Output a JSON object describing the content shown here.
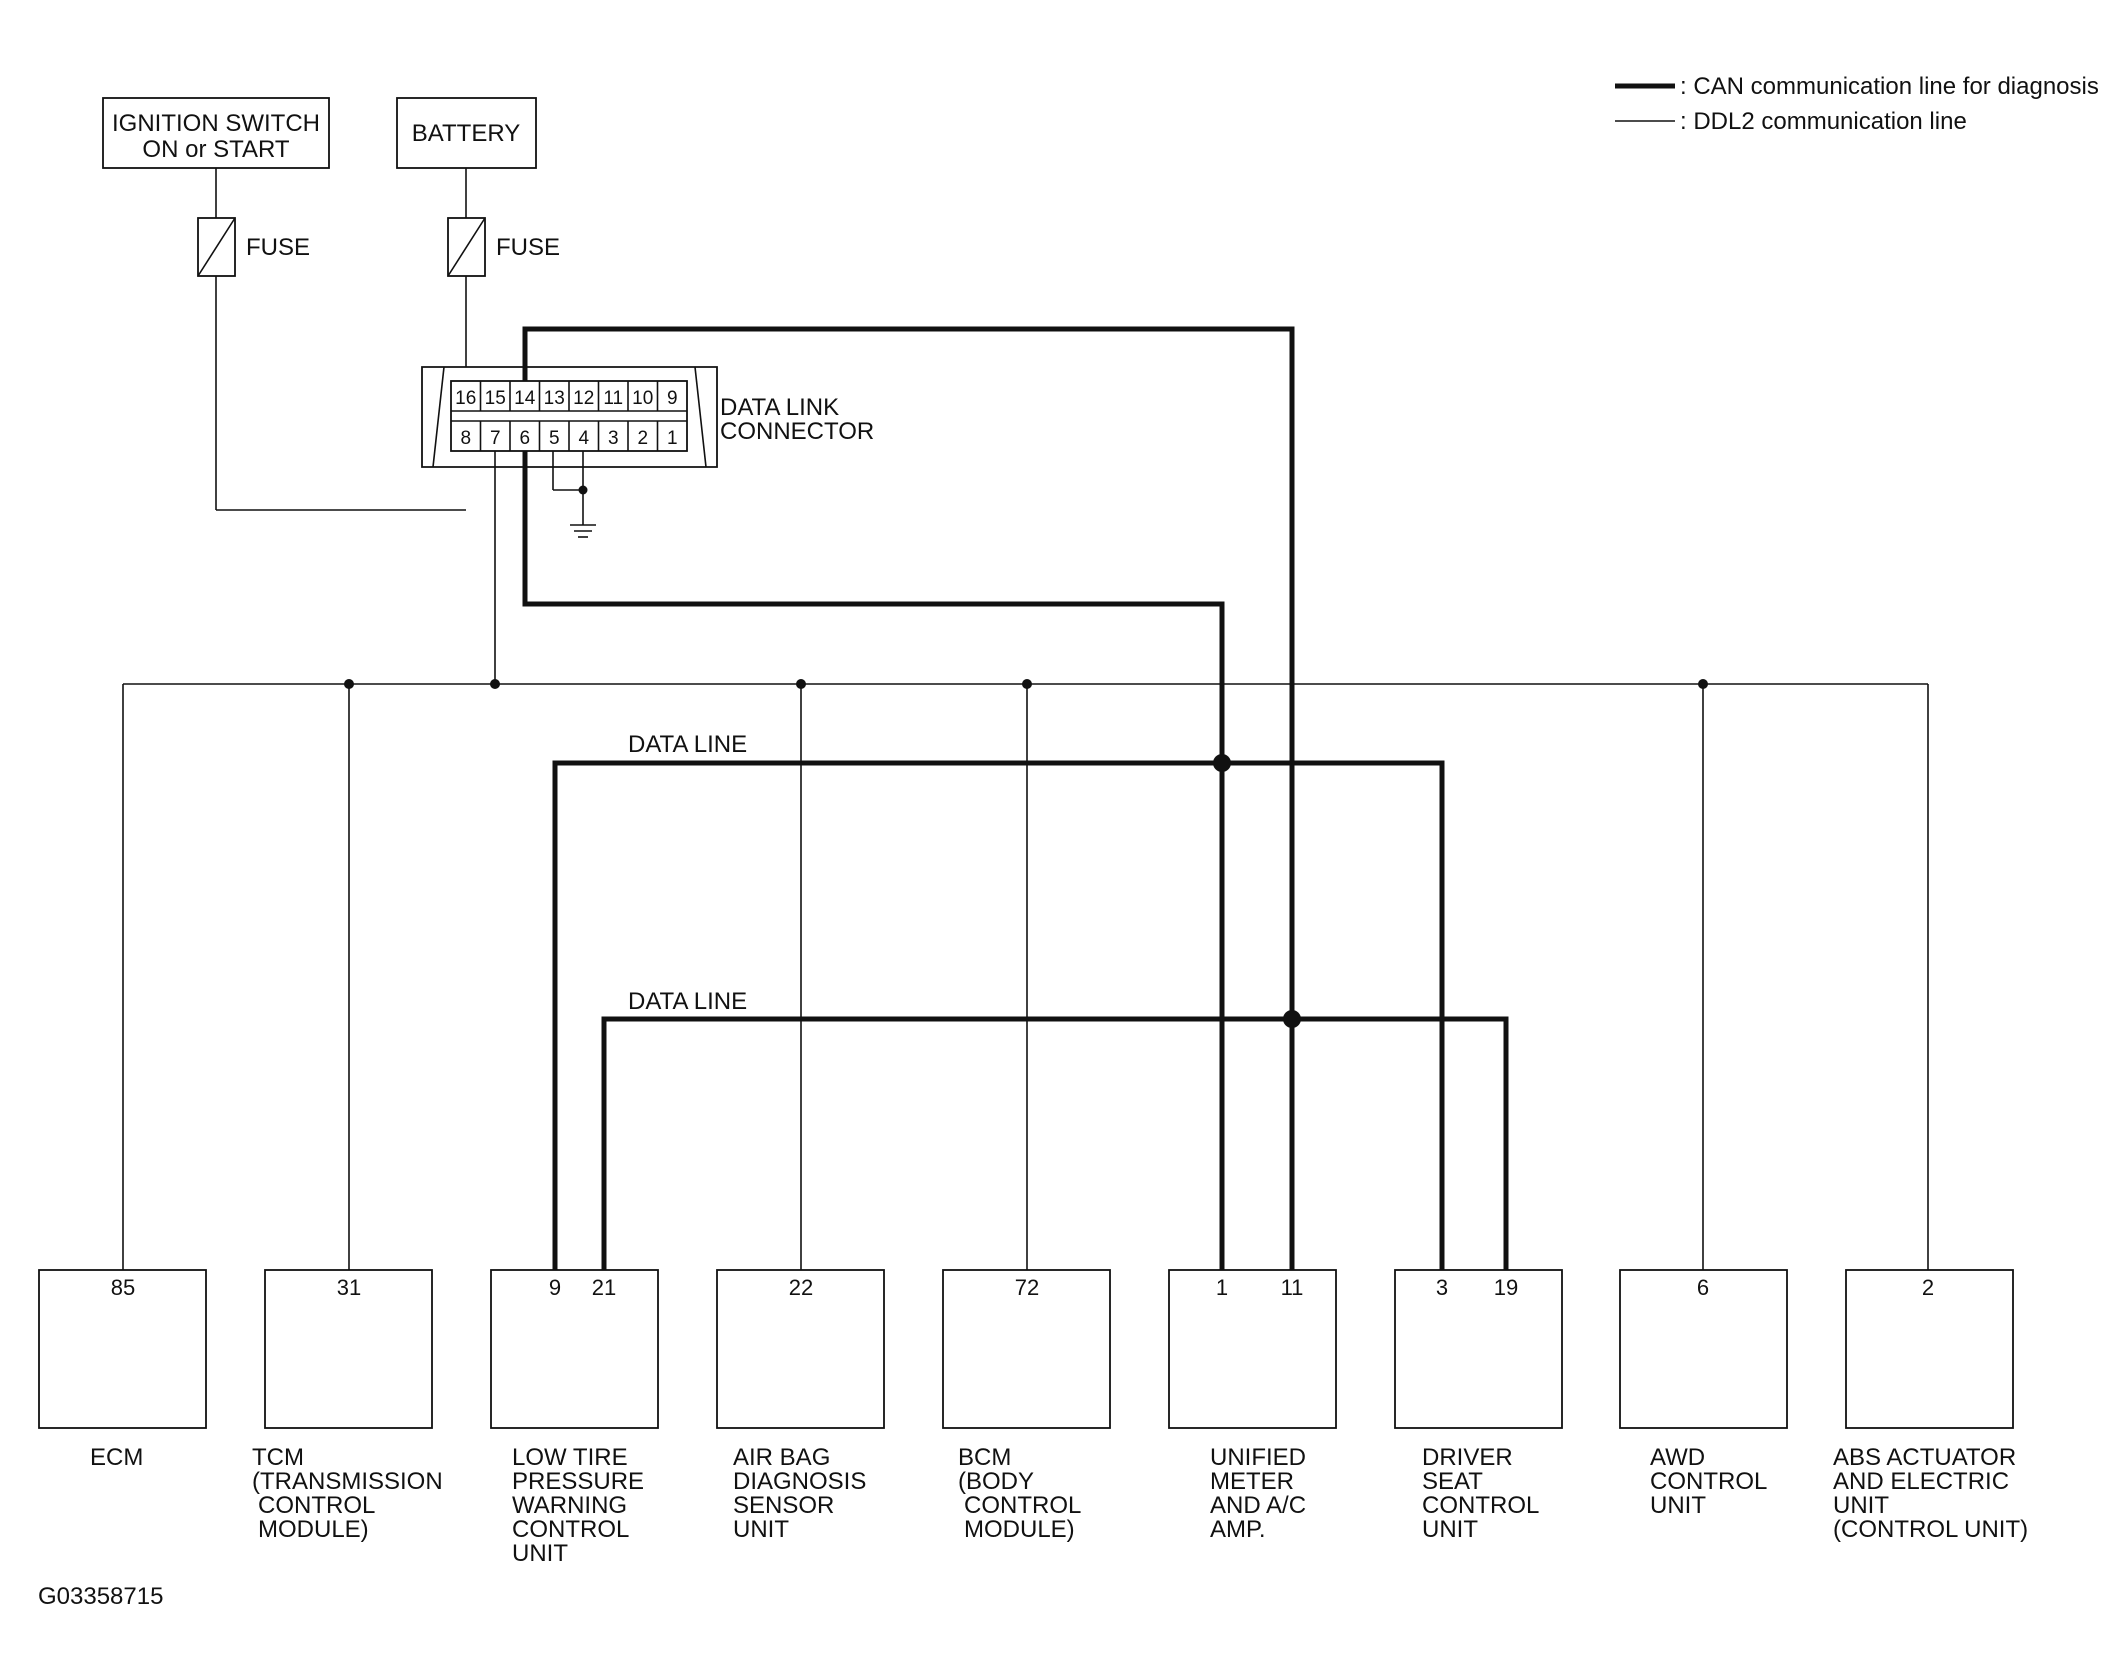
{
  "legend": {
    "can": ": CAN communication line for diagnosis",
    "ddl2": ": DDL2 communication line"
  },
  "power": {
    "ignition_line1": "IGNITION SWITCH",
    "ignition_line2": "ON or START",
    "battery": "BATTERY",
    "fuse": "FUSE"
  },
  "dlc": {
    "label_line1": "DATA LINK",
    "label_line2": "CONNECTOR",
    "top_pins": [
      "16",
      "15",
      "14",
      "13",
      "12",
      "11",
      "10",
      "9"
    ],
    "bottom_pins": [
      "8",
      "7",
      "6",
      "5",
      "4",
      "3",
      "2",
      "1"
    ]
  },
  "data_line_label": "DATA LINE",
  "units": [
    {
      "id": "ecm",
      "pins": [
        "85"
      ],
      "label": [
        "ECM"
      ]
    },
    {
      "id": "tcm",
      "pins": [
        "31"
      ],
      "label": [
        "TCM",
        "(TRANSMISSION",
        "CONTROL",
        "MODULE)"
      ]
    },
    {
      "id": "low-tire",
      "pins": [
        "9",
        "21"
      ],
      "label": [
        "LOW TIRE",
        "PRESSURE",
        "WARNING",
        "CONTROL",
        "UNIT"
      ]
    },
    {
      "id": "air-bag",
      "pins": [
        "22"
      ],
      "label": [
        "AIR BAG",
        "DIAGNOSIS",
        "SENSOR",
        "UNIT"
      ]
    },
    {
      "id": "bcm",
      "pins": [
        "72"
      ],
      "label": [
        "BCM",
        "(BODY",
        "CONTROL",
        "MODULE)"
      ]
    },
    {
      "id": "unified-meter",
      "pins": [
        "1",
        "11"
      ],
      "label": [
        "UNIFIED",
        "METER",
        "AND A/C",
        "AMP."
      ]
    },
    {
      "id": "driver-seat",
      "pins": [
        "3",
        "19"
      ],
      "label": [
        "DRIVER",
        "SEAT",
        "CONTROL",
        "UNIT"
      ]
    },
    {
      "id": "awd",
      "pins": [
        "6"
      ],
      "label": [
        "AWD",
        "CONTROL",
        "UNIT"
      ]
    },
    {
      "id": "abs",
      "pins": [
        "2"
      ],
      "label": [
        "ABS ACTUATOR",
        "AND ELECTRIC",
        "UNIT",
        "(CONTROL UNIT)"
      ]
    }
  ],
  "figure_code": "G03358715"
}
